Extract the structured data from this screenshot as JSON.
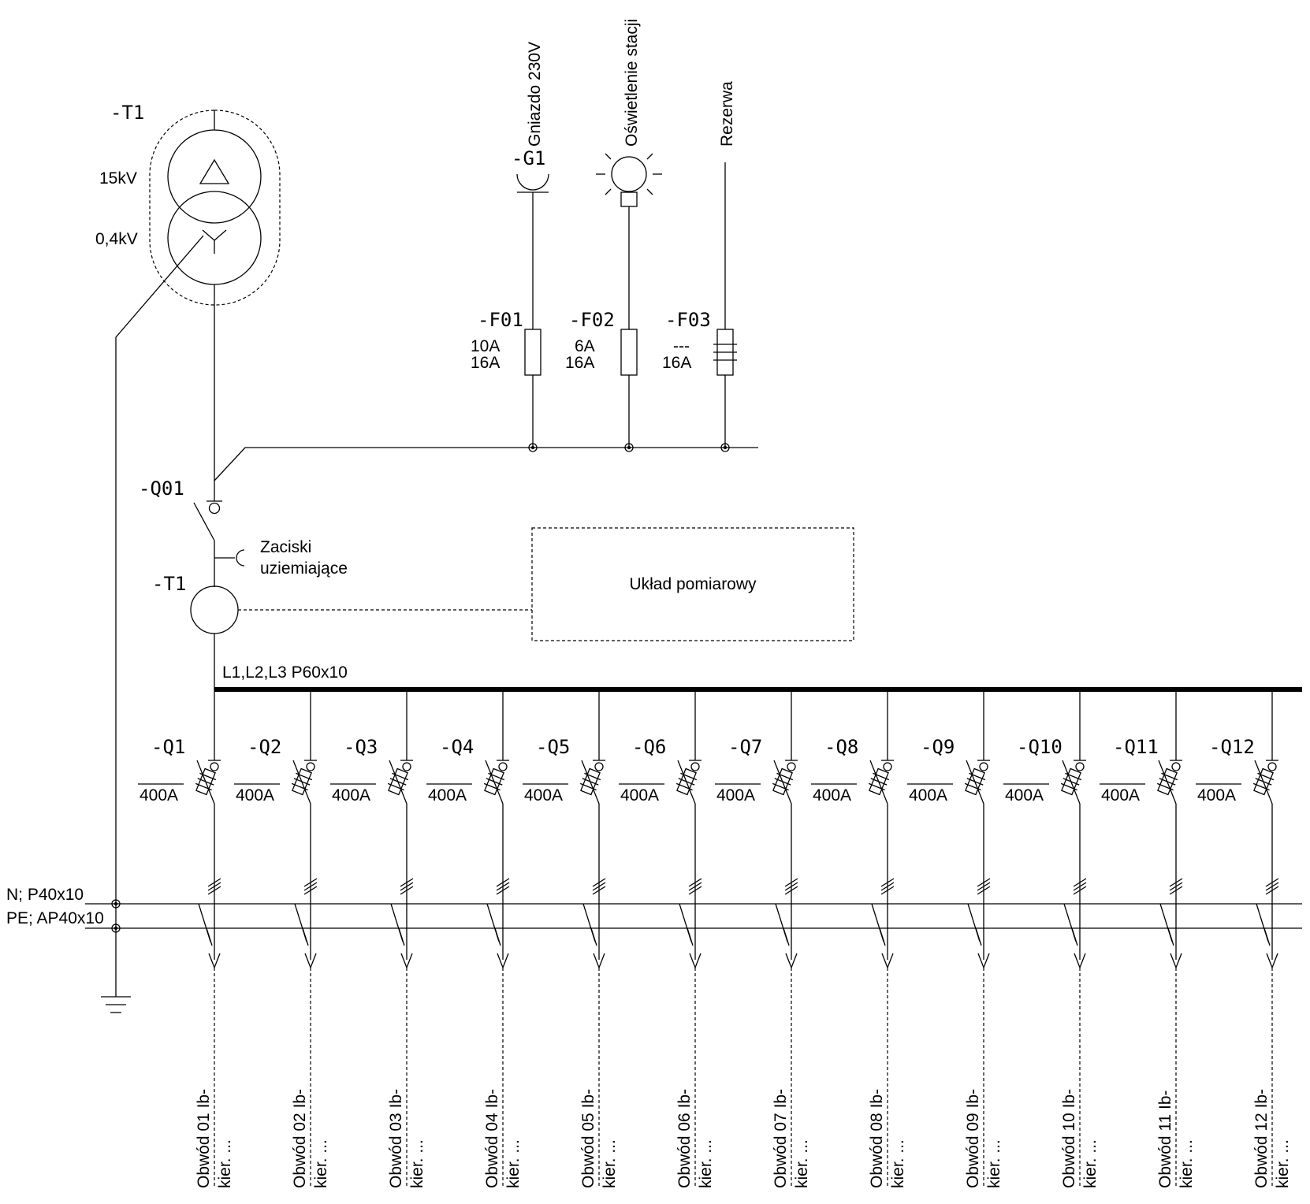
{
  "transformer": {
    "label": "-T1",
    "primary_voltage": "15kV",
    "secondary_voltage": "0,4kV"
  },
  "aux_circuits": [
    {
      "name": "Gniazdo 230V",
      "device": "-G1",
      "fuse": "-F01",
      "rating": "10A",
      "fuse_size": "16A",
      "icon": "socket-icon"
    },
    {
      "name": "Oświetlenie stacji",
      "device": "",
      "fuse": "-F02",
      "rating": "6A",
      "fuse_size": "16A",
      "icon": "lamp-icon"
    },
    {
      "name": "Rezerwa",
      "device": "",
      "fuse": "-F03",
      "rating": "---",
      "fuse_size": "16A",
      "icon": "spare-fuse-icon"
    }
  ],
  "main_switch": {
    "label": "-Q01",
    "earthing_label_line1": "Zaciski",
    "earthing_label_line2": "uziemiające"
  },
  "current_transformer": {
    "label": "-T1"
  },
  "metering": {
    "label": "Układ pomiarowy"
  },
  "busbars": {
    "phase": "L1,L2,L3 P60x10",
    "neutral": "N; P40x10",
    "pe": "PE; AP40x10"
  },
  "feeders": [
    {
      "label": "-Q1",
      "rating": "400A",
      "circuit": "Obwód 01 Ib-",
      "direction": "kier. ..."
    },
    {
      "label": "-Q2",
      "rating": "400A",
      "circuit": "Obwód 02 Ib-",
      "direction": "kier. ..."
    },
    {
      "label": "-Q3",
      "rating": "400A",
      "circuit": "Obwód 03 Ib-",
      "direction": "kier. ..."
    },
    {
      "label": "-Q4",
      "rating": "400A",
      "circuit": "Obwód 04 Ib-",
      "direction": "kier. ..."
    },
    {
      "label": "-Q5",
      "rating": "400A",
      "circuit": "Obwód 05 Ib-",
      "direction": "kier. ..."
    },
    {
      "label": "-Q6",
      "rating": "400A",
      "circuit": "Obwód 06 Ib-",
      "direction": "kier. ..."
    },
    {
      "label": "-Q7",
      "rating": "400A",
      "circuit": "Obwód 07 Ib-",
      "direction": "kier. ..."
    },
    {
      "label": "-Q8",
      "rating": "400A",
      "circuit": "Obwód 08 Ib-",
      "direction": "kier. ..."
    },
    {
      "label": "-Q9",
      "rating": "400A",
      "circuit": "Obwód 09 Ib-",
      "direction": "kier. ..."
    },
    {
      "label": "-Q10",
      "rating": "400A",
      "circuit": "Obwód 10 Ib-",
      "direction": "kier. ..."
    },
    {
      "label": "-Q11",
      "rating": "400A",
      "circuit": "Obwód 11 Ib-",
      "direction": "kier. ..."
    },
    {
      "label": "-Q12",
      "rating": "400A",
      "circuit": "Obwód 12 Ib-",
      "direction": "kier. ..."
    }
  ]
}
